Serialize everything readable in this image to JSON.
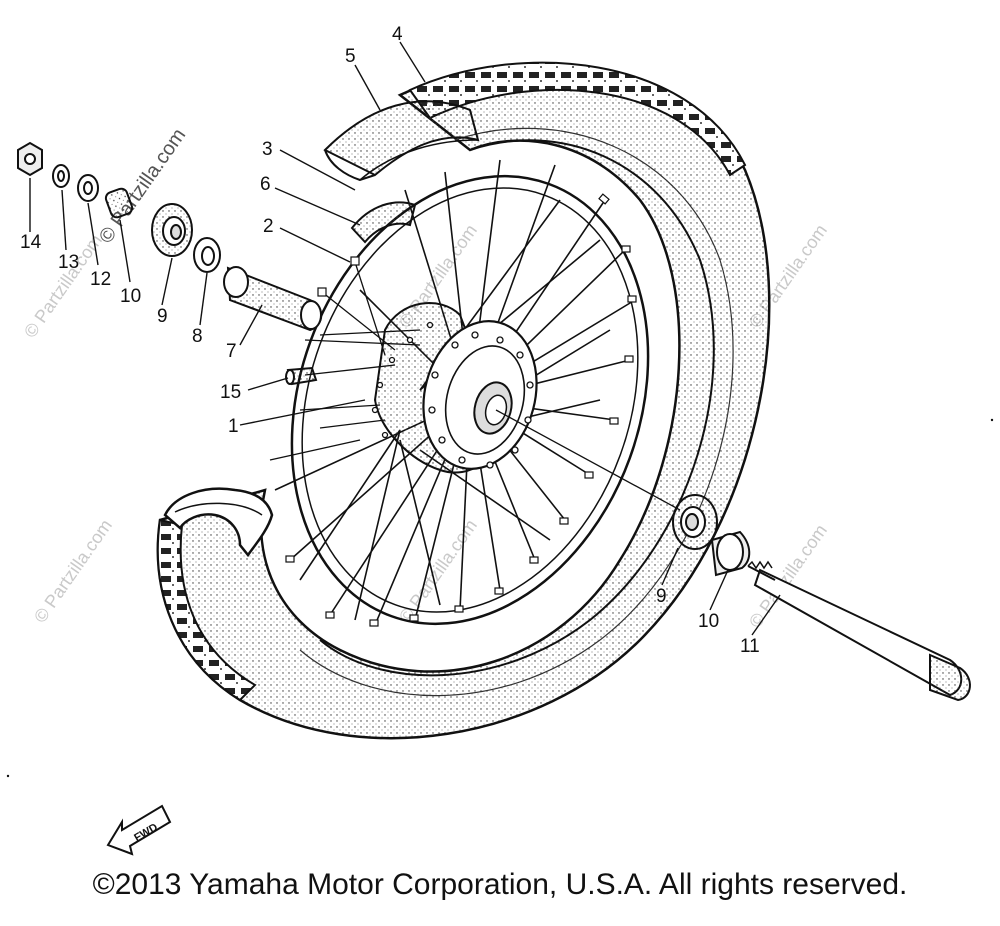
{
  "watermark_text": "© Partzilla.com",
  "copyright": "©2013 Yamaha Motor Corporation, U.S.A. All rights reserved.",
  "fwd_label": "FWD",
  "callouts": {
    "c1": "1",
    "c2": "2",
    "c3": "3",
    "c4": "4",
    "c5": "5",
    "c6": "6",
    "c7": "7",
    "c8": "8",
    "c9a": "9",
    "c9b": "9",
    "c10a": "10",
    "c10b": "10",
    "c11": "11",
    "c12": "12",
    "c13": "13",
    "c14": "14",
    "c15": "15"
  }
}
